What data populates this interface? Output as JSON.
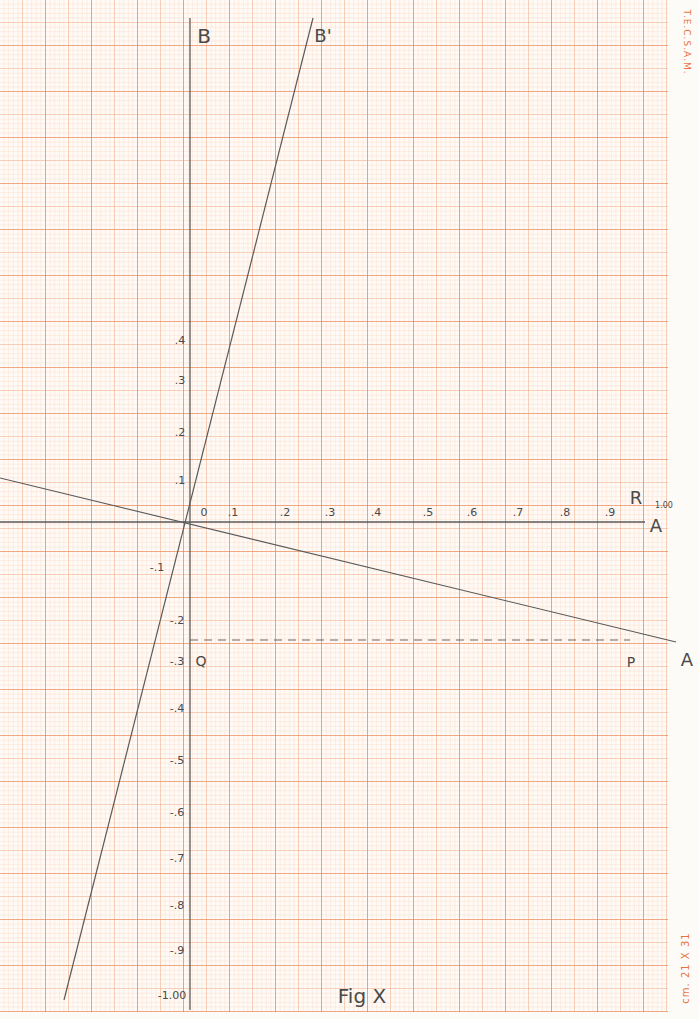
{
  "diagram": {
    "labels": [
      "B",
      "B'",
      ".4",
      ".3",
      ".2",
      ".1",
      "0",
      ".1",
      ".2",
      ".3",
      ".4",
      ".5",
      ".6",
      ".7",
      ".8",
      ".9",
      "R",
      "1.00",
      "A",
      "-.1",
      "-.2",
      "-.3",
      "-.4",
      "-.5",
      "-.6",
      "-.7",
      "-.8",
      "-.9",
      "-1.00",
      "Q",
      "P",
      "A",
      "Fig X",
      "T.E.C.S.A.M.",
      "cm. 21 X 31"
    ]
  }
}
